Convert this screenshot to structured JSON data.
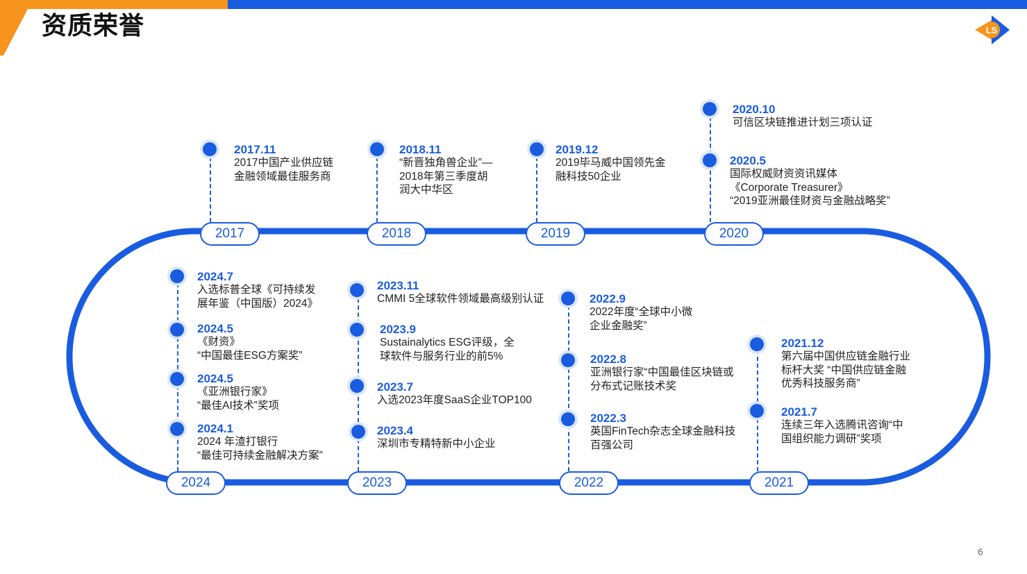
{
  "title": "资质荣誉",
  "page_number": "6",
  "years": [
    "2017",
    "2018",
    "2019",
    "2020",
    "2024",
    "2023",
    "2022",
    "2021"
  ],
  "events": [
    {
      "date": "2017.11",
      "text": "2017中国产业供应链\n金融领域最佳服务商"
    },
    {
      "date": "2018.11",
      "text": "“新晋独角兽企业”—\n2018年第三季度胡\n润大中华区"
    },
    {
      "date": "2019.12",
      "text": "2019毕马威中国领先金\n融科技50企业"
    },
    {
      "date": "2020.10",
      "text": "可信区块链推进计划三项认证"
    },
    {
      "date": "2020.5",
      "text": "国际权威财资资讯媒体\n《Corporate Treasurer》\n“2019亚洲最佳财资与金融战略奖”"
    },
    {
      "date": "2024.7",
      "text": "入选标普全球《可持续发\n展年鉴（中国版）2024》"
    },
    {
      "date": "2024.5",
      "text": "《财资》\n“中国最佳ESG方案奖”"
    },
    {
      "date": "2024.5",
      "text": "《亚洲银行家》\n“最佳AI技术”奖项"
    },
    {
      "date": "2024.1",
      "text": "2024 年渣打银行\n“最佳可持续金融解决方案”"
    },
    {
      "date": "2023.11",
      "text": "CMMI 5全球软件领域最高级别认证"
    },
    {
      "date": "2023.9",
      "text": "Sustainalytics ESG评级，全\n球软件与服务行业的前5%"
    },
    {
      "date": "2023.7",
      "text": "入选2023年度SaaS企业TOP100"
    },
    {
      "date": "2023.4",
      "text": "深圳市专精特新中小企业"
    },
    {
      "date": "2022.9",
      "text": "2022年度“全球中小微\n企业金融奖”"
    },
    {
      "date": "2022.8",
      "text": "亚洲银行家“中国最佳区块链或\n分布式记账技术奖"
    },
    {
      "date": "2022.3",
      "text": "英国FinTech杂志全球金融科技\n百强公司"
    },
    {
      "date": "2021.12",
      "text": "第六届中国供应链金融行业\n标杆大奖 “中国供应链金融\n优秀科技服务商”"
    },
    {
      "date": "2021.7",
      "text": "连续三年入选腾讯咨询“中\n国组织能力调研”奖项"
    }
  ],
  "colors": {
    "accent": "#1a5ce0",
    "orange": "#f7941d",
    "dot_halo": "#dbe6fb"
  },
  "logo_icon": "company-logo-icon"
}
